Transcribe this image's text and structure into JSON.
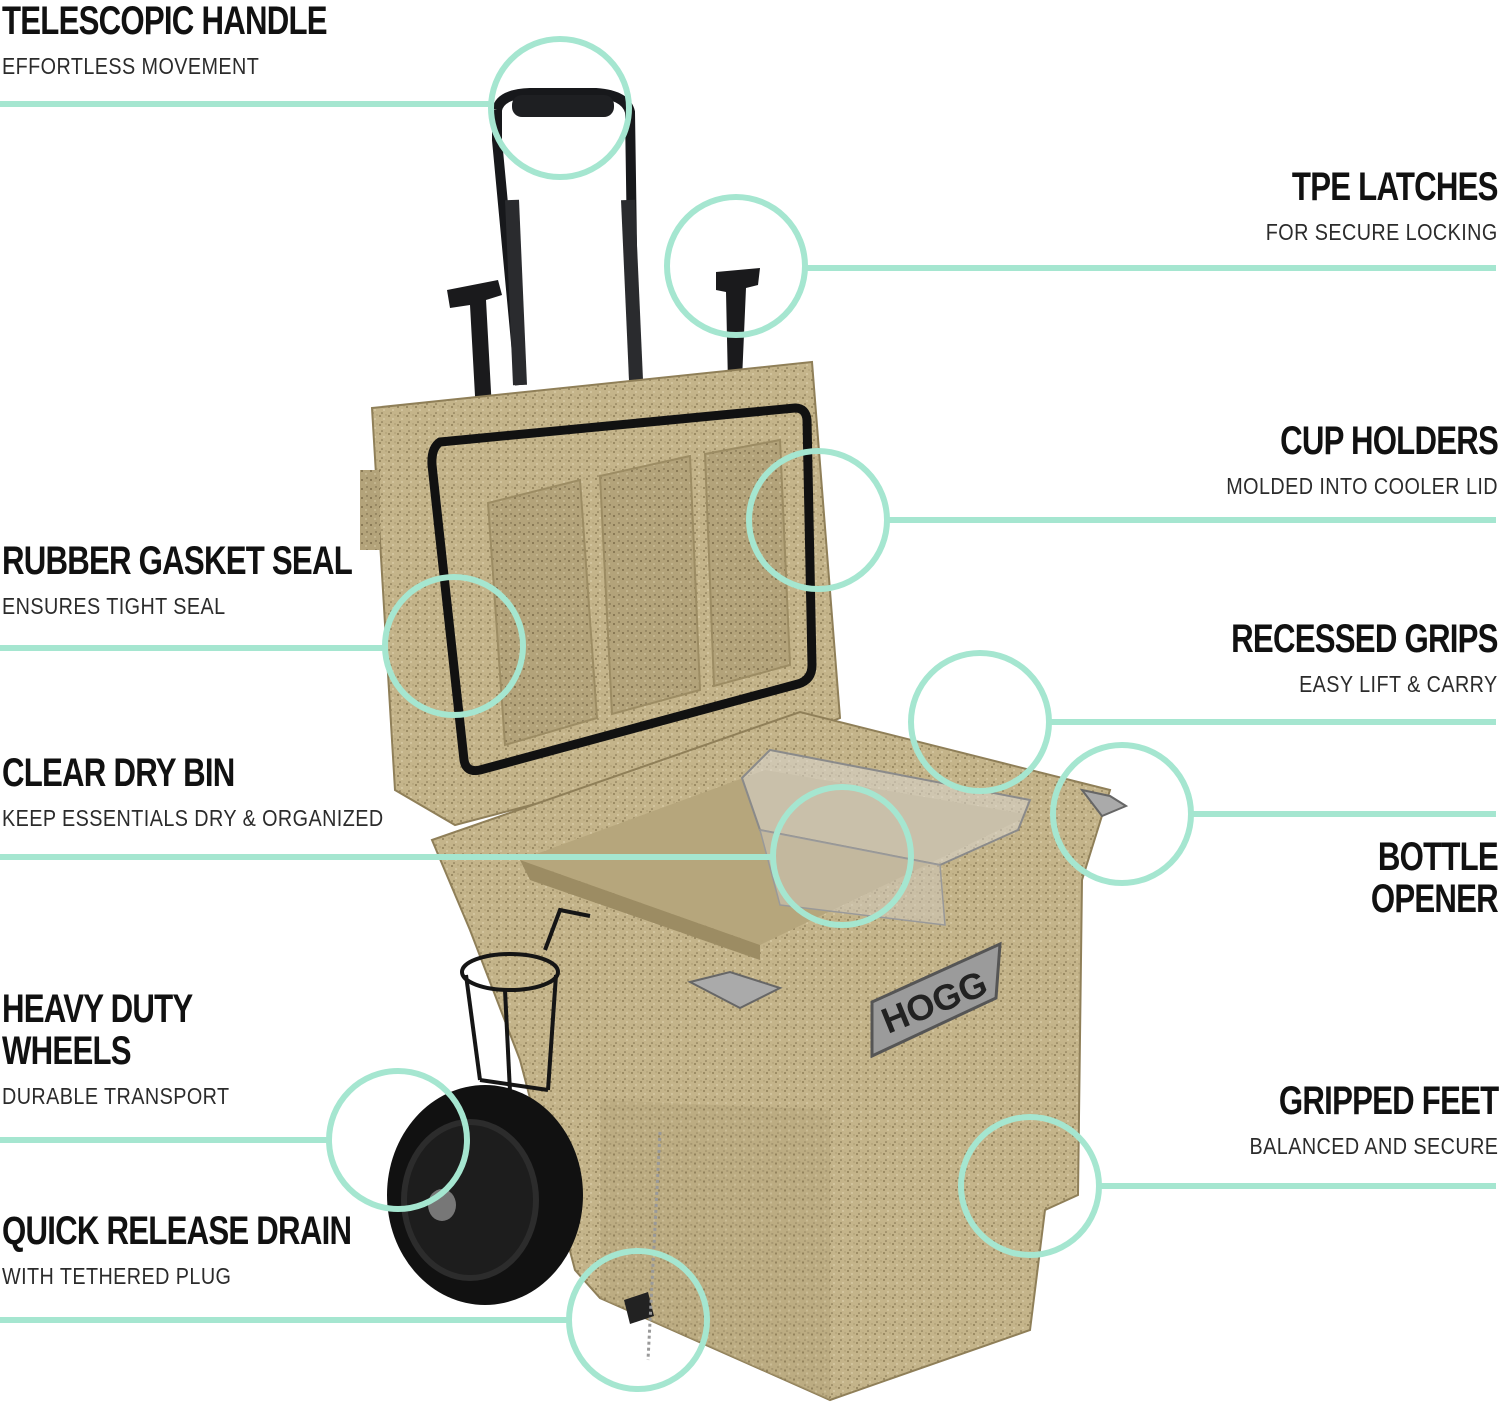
{
  "accent_color": "#a5e6d0",
  "brand_badge": "HOGG",
  "features": {
    "telescopic_handle": {
      "title": "TELESCOPIC HANDLE",
      "subtitle": "EFFORTLESS MOVEMENT"
    },
    "tpe_latches": {
      "title": "TPE LATCHES",
      "subtitle": "FOR SECURE LOCKING"
    },
    "cup_holders": {
      "title": "CUP HOLDERS",
      "subtitle": "MOLDED INTO COOLER LID"
    },
    "rubber_gasket_seal": {
      "title": "RUBBER GASKET SEAL",
      "subtitle": "ENSURES TIGHT SEAL"
    },
    "recessed_grips": {
      "title": "RECESSED GRIPS",
      "subtitle": "EASY LIFT & CARRY"
    },
    "clear_dry_bin": {
      "title": "CLEAR DRY BIN",
      "subtitle": "KEEP ESSENTIALS DRY & ORGANIZED"
    },
    "bottle_opener": {
      "title_line1": "BOTTLE",
      "title_line2": "OPENER"
    },
    "heavy_duty_wheels": {
      "title_line1": "HEAVY DUTY",
      "title_line2": "WHEELS",
      "subtitle": "DURABLE TRANSPORT"
    },
    "gripped_feet": {
      "title": "GRIPPED FEET",
      "subtitle": "BALANCED AND SECURE"
    },
    "quick_release_drain": {
      "title": "QUICK RELEASE DRAIN",
      "subtitle": "WITH TETHERED PLUG"
    }
  }
}
